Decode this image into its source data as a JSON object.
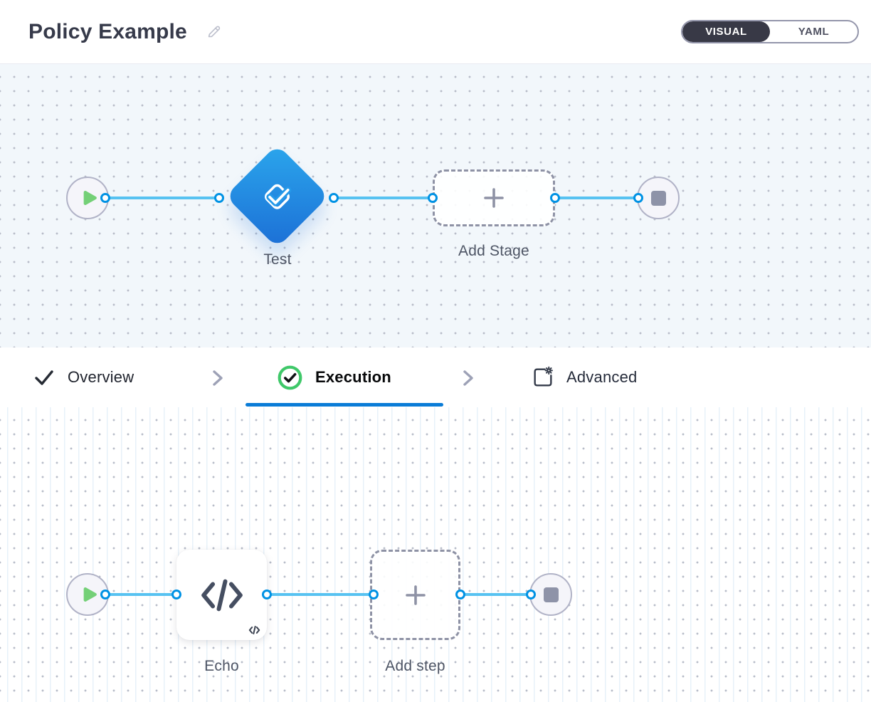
{
  "header": {
    "title": "Policy Example",
    "edit_icon": "pencil-icon",
    "view_toggle": {
      "options": [
        "VISUAL",
        "YAML"
      ],
      "selected": "VISUAL"
    }
  },
  "stage_canvas": {
    "start_icon": "play-icon",
    "end_icon": "stop-icon",
    "stage": {
      "icon": "approval-check-icon",
      "label": "Test"
    },
    "add_stage": {
      "icon": "plus-icon",
      "label": "Add Stage"
    }
  },
  "tabs": {
    "items": [
      {
        "label": "Overview",
        "icon": "check-icon",
        "state": "completed"
      },
      {
        "label": "Execution",
        "icon": "check-circle-icon",
        "state": "active"
      },
      {
        "label": "Advanced",
        "icon": "page-gear-icon",
        "state": "default"
      }
    ],
    "active_tab": "Execution"
  },
  "step_canvas": {
    "start_icon": "play-icon",
    "end_icon": "stop-icon",
    "step": {
      "icon": "code-icon",
      "label": "Echo"
    },
    "add_step": {
      "icon": "plus-icon",
      "label": "Add step"
    }
  },
  "colors": {
    "accent_blue": "#0a7cd7",
    "connector_ring_blue": "#0092e4",
    "flow_line_blue": "#57c2f1",
    "stage_gradient_top": "#2ba6ec",
    "stage_gradient_bottom": "#1c6fd6",
    "success_green": "#3fc869",
    "play_green": "#74d077",
    "dark_navy": "#383946"
  }
}
